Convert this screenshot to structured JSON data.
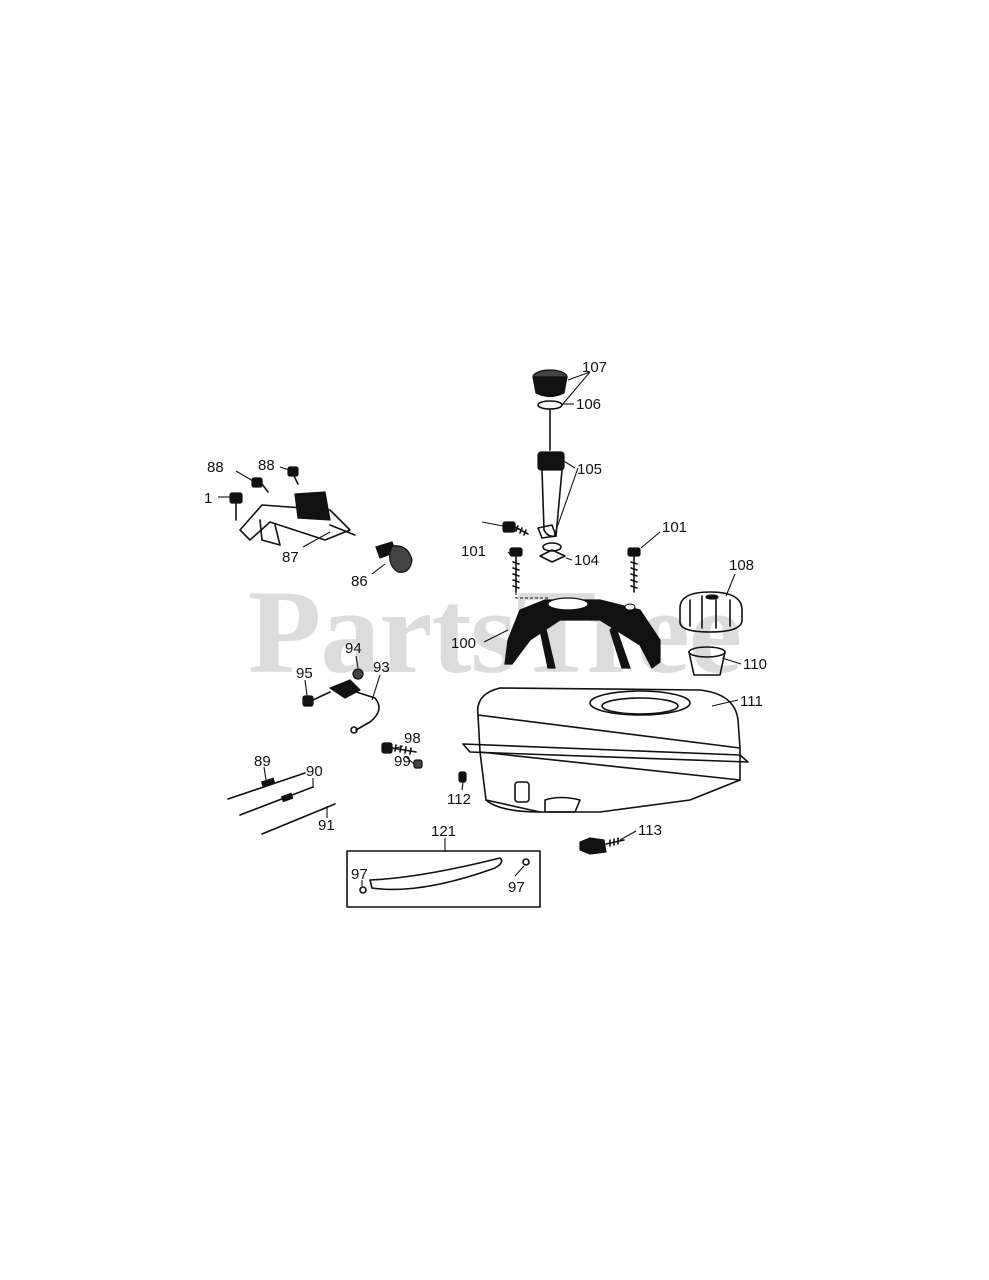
{
  "watermark": "PartsTree",
  "callouts": {
    "c1": "1",
    "c86": "86",
    "c87": "87",
    "c88a": "88",
    "c88b": "88",
    "c89": "89",
    "c90": "90",
    "c91": "91",
    "c93": "93",
    "c94": "94",
    "c95": "95",
    "c97a": "97",
    "c97b": "97",
    "c98": "98",
    "c99": "99",
    "c100": "100",
    "c101a": "101",
    "c101b": "101",
    "c104": "104",
    "c105": "105",
    "c106": "106",
    "c107": "107",
    "c108": "108",
    "c110": "110",
    "c111": "111",
    "c112": "112",
    "c113": "113",
    "c121": "121"
  }
}
